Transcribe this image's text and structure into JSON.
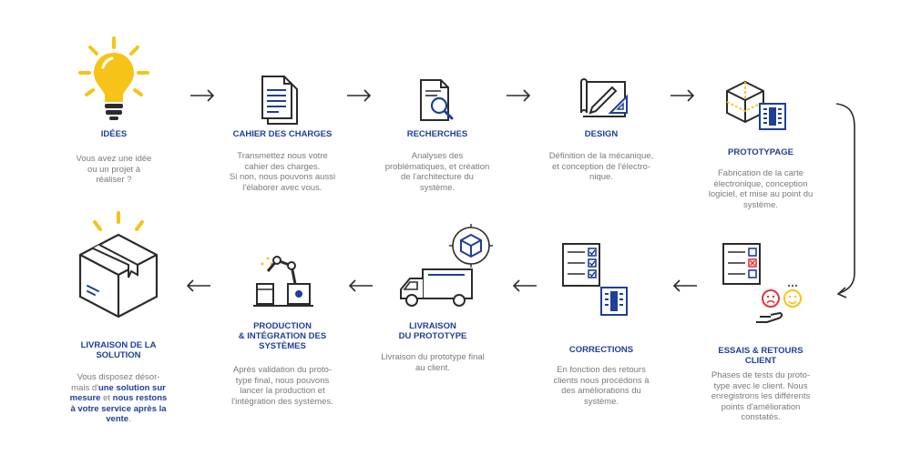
{
  "colors": {
    "navy": "#1f3f99",
    "ink": "#2b2b2b",
    "yellow": "#f6c418",
    "gray": "#7a7a7a",
    "red": "#e4343b"
  },
  "steps": [
    {
      "title": "IDÉES",
      "desc": "Vous avez une idée\nou un projet à\nréaliser ?"
    },
    {
      "title": "CAHIER DES CHARGES",
      "desc": "Transmettez nous votre\ncahier des charges.\nSi non, nous pouvons aussi\nl'élaborer avec vous."
    },
    {
      "title": "RECHERCHES",
      "desc": "Analyses des\nproblématiques, et création\nde  l'architecture du\nsystème."
    },
    {
      "title": "DESIGN",
      "desc": "Définition de la mécanique,\net conception de l'électro-\nnique."
    },
    {
      "title": "PROTOTYPAGE",
      "desc": "Fabrication de la carte\nélectronique, conception\nlogiciel, et mise au point du\nsystème."
    },
    {
      "title": "ESSAIS & RETOURS\nCLIENT",
      "desc": "Phases de tests du proto-\ntype avec le client. Nous\nenregistrons les différents\npoints d'amélioration\nconstatés."
    },
    {
      "title": "CORRECTIONS",
      "desc": "En fonction des retours\nclients nous procédons à\ndes améliorations du\nsystème."
    },
    {
      "title": "LIVRAISON\nDU PROTOTYPE",
      "desc": "Livraison du prototype final\nau client."
    },
    {
      "title": "PRODUCTION\n& INTÉGRATION DES\nSYSTÈMES",
      "desc": "Après validation du proto-\ntype final, nous pouvons\nlancer la production et\nl'intégration des systèmes."
    },
    {
      "title": "LIVRAISON DE LA\nSOLUTION",
      "desc_parts": [
        "Vous disposez désor-\nmais d'",
        "une solution sur\nmesure",
        " et ",
        "nous restons\nà votre service après la\nvente",
        "."
      ]
    }
  ]
}
